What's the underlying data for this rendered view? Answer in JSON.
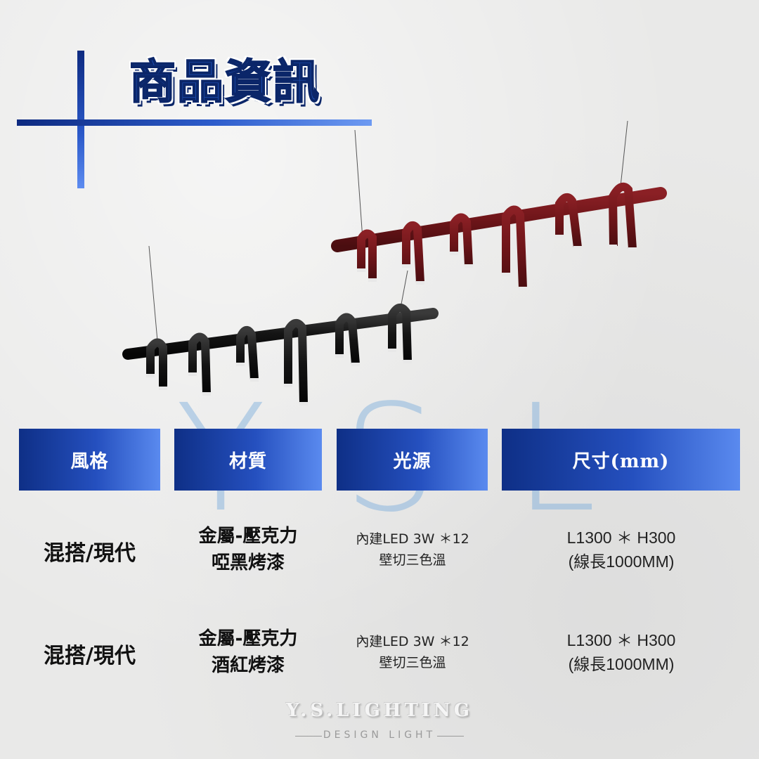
{
  "title": "商品資訊",
  "watermark": {
    "letters": "YSL"
  },
  "headers": {
    "style": "風格",
    "material": "材質",
    "light": "光源",
    "size": "尺寸(mm)"
  },
  "rows": [
    {
      "style": "混搭/現代",
      "material_line1": "金屬-壓克力",
      "material_line2": "啞黑烤漆",
      "light_line1": "內建LED 3W ＊12",
      "light_line2": "壁切三色溫",
      "size_line1": "L1300 ＊ H300",
      "size_line2": "(線長1000MM)"
    },
    {
      "style": "混搭/現代",
      "material_line1": "金屬-壓克力",
      "material_line2": "酒紅烤漆",
      "light_line1": "內建LED 3W ＊12",
      "light_line2": "壁切三色溫",
      "size_line1": "L1300 ＊ H300",
      "size_line2": "(線長1000MM)"
    }
  ],
  "brand": {
    "name": "Y.S.LIGHTING",
    "tagline": "DESIGN LIGHT"
  },
  "colors": {
    "header_dark": "#0e2f86",
    "header_light": "#5a8aef",
    "title": "#1d4fb2",
    "lamp_black": "#111111",
    "lamp_red": "#6e1519"
  }
}
